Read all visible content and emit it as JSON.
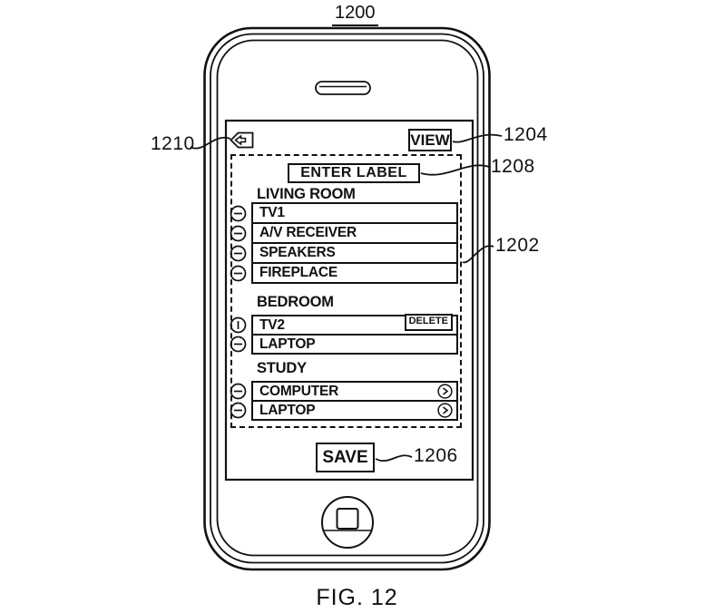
{
  "figure": {
    "ref_label": "1200",
    "caption": "FIG. 12"
  },
  "callouts": {
    "back_button_ref": "1210",
    "view_button_ref": "1204",
    "enter_label_ref": "1208",
    "device_list_ref": "1202",
    "save_button_ref": "1206"
  },
  "icons": {
    "back": "back-arrow-icon",
    "remove": "minus-circle-icon",
    "delete_armed": "circled-bar-icon",
    "detail": "chevron-circle-icon",
    "home": "home-button",
    "speaker": "speaker-slot"
  },
  "ui": {
    "view_button": "VIEW",
    "enter_label_button": "ENTER LABEL",
    "delete_button": "DELETE",
    "save_button": "SAVE",
    "sections": [
      {
        "title": "LIVING ROOM",
        "rows": [
          {
            "label": "TV1"
          },
          {
            "label": "A/V RECEIVER"
          },
          {
            "label": "SPEAKERS"
          },
          {
            "label": "FIREPLACE"
          }
        ]
      },
      {
        "title": "BEDROOM",
        "rows": [
          {
            "label": "TV2"
          },
          {
            "label": "LAPTOP"
          }
        ]
      },
      {
        "title": "STUDY",
        "rows": [
          {
            "label": "COMPUTER"
          },
          {
            "label": "LAPTOP"
          }
        ]
      }
    ]
  }
}
